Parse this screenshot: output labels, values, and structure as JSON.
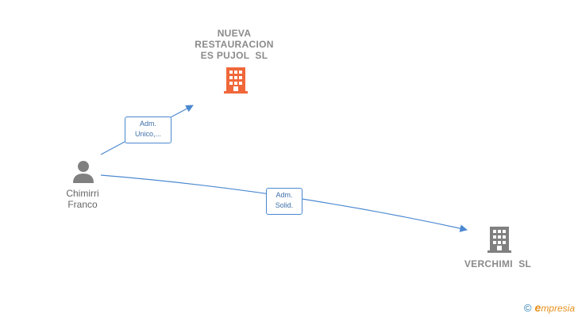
{
  "diagram": {
    "companies": [
      {
        "name_lines": [
          "NUEVA",
          "RESTAURACION",
          "ES PUJOL  SL"
        ],
        "icon": "building-icon",
        "color": "#f0673a"
      },
      {
        "name_lines": [
          "VERCHIMI  SL"
        ],
        "icon": "building-icon",
        "color": "#808080"
      }
    ],
    "person": {
      "name_lines": [
        "Chimirri",
        "Franco"
      ],
      "icon": "person-icon",
      "color": "#808080"
    },
    "relations": [
      {
        "label_lines": [
          "Adm.",
          "Unico,..."
        ],
        "from": "person",
        "to": "company-0"
      },
      {
        "label_lines": [
          "Adm.",
          "Solid."
        ],
        "from": "person",
        "to": "company-1"
      }
    ],
    "edge_color": "#4a88d0"
  },
  "brand": {
    "copyright": "©",
    "name_initial": "e",
    "name_rest": "mpresia",
    "color": "#e8901e"
  }
}
